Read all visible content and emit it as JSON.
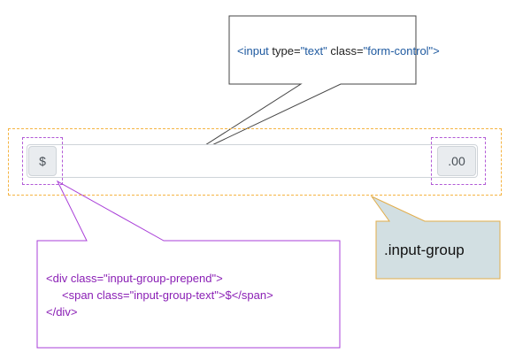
{
  "callouts": {
    "top": {
      "tag": "<input",
      "attr1": " type=",
      "val1": "\"text\"",
      "attr2": " class=",
      "val2": "\"form-control\"",
      "close": ">"
    },
    "bottom": {
      "line1_open": "<div class=",
      "line1_val": "\"input-group-prepend\"",
      "line1_close": ">",
      "line2_open": "<span class=",
      "line2_val": "\"input-group-text\"",
      "line2_close": ">$</span>",
      "line3": "</div>"
    },
    "group": {
      "label": ".input-group"
    }
  },
  "input_group": {
    "prepend_text": "$",
    "append_text": ".00",
    "input_value": ""
  },
  "colors": {
    "group_outline": "#f5b443",
    "addon_outline": "#b25ad6",
    "group_callout_fill": "#d2dfe2",
    "group_callout_border": "#e2ad4a",
    "bottom_callout_border": "#a93fd8"
  }
}
